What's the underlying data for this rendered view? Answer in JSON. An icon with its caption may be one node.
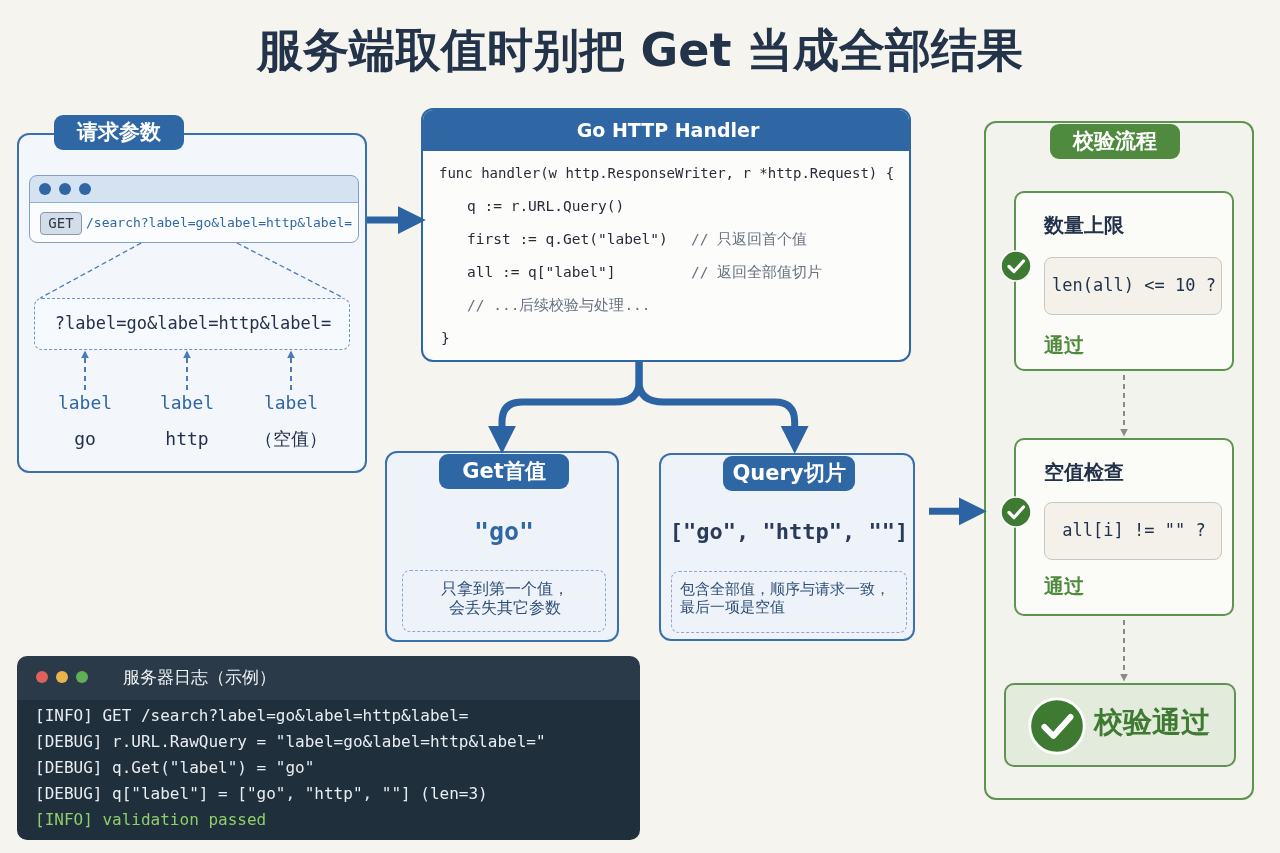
{
  "diagram": {
    "title": "服务端取值时别把 Get 当成全部结果",
    "nodes": [
      {
        "text": [
          "请求参数"
        ]
      },
      {
        "text": [
          "GET",
          "/search?label=go&label=http&label="
        ],
        "in": 0
      },
      {
        "text": [
          "?label=go&label=http&label="
        ],
        "in": 0
      },
      {
        "text": [
          "label",
          "go"
        ],
        "in": 0
      },
      {
        "text": [
          "label",
          "http"
        ],
        "in": 0
      },
      {
        "text": [
          "label",
          "（空值）"
        ],
        "in": 0
      },
      {
        "text": [
          "Go HTTP Handler",
          "func handler(w http.ResponseWriter, r *http.Request) {",
          "q := r.URL.Query()",
          "first := q.Get(\"label\")",
          "// 只返回首个值",
          "all := q[\"label\"]",
          "// 返回全部值切片",
          "// ...后续校验与处理...",
          "}"
        ]
      },
      {
        "text": [
          "Get首值",
          "\"go\""
        ]
      },
      {
        "text": [
          "只拿到第一个值，会丢失其它参数"
        ],
        "in": 7
      },
      {
        "text": [
          "Query切片",
          "[\"go\", \"http\", \"\"]"
        ]
      },
      {
        "text": [
          "包含全部值，顺序与请求一致，最后一项是空值"
        ],
        "in": 9
      },
      {
        "text": [
          "校验流程"
        ]
      },
      {
        "text": [
          "数量上限",
          "通过"
        ],
        "in": 11
      },
      {
        "text": [
          "len(all) <= 10 ?"
        ],
        "in": 12
      },
      {
        "text": [
          "空值检查",
          "通过"
        ],
        "in": 11
      },
      {
        "text": [
          "all[i] != \"\" ?"
        ],
        "in": 14
      },
      {
        "text": [
          "校验通过"
        ],
        "in": 11
      },
      {
        "text": [
          "服务器日志（示例）",
          "[INFO]  GET /search?label=go&label=http&label=",
          "[DEBUG] r.URL.RawQuery = \"label=go&label=http&label=\"",
          "[DEBUG] q.Get(\"label\") = \"go\"",
          "[DEBUG] q[\"label\"] = [\"go\", \"http\", \"\"] (len=3)",
          "[INFO]  validation passed"
        ]
      }
    ],
    "edges": [
      {
        "from": 1,
        "to": 2,
        "arrow": "none",
        "style": "dashed"
      },
      {
        "from": 1,
        "to": 2,
        "arrow": "none",
        "style": "dashed"
      },
      {
        "from": 3,
        "to": 2,
        "arrow": "to",
        "style": "dashed"
      },
      {
        "from": 4,
        "to": 2,
        "arrow": "to",
        "style": "dashed"
      },
      {
        "from": 5,
        "to": 2,
        "arrow": "to",
        "style": "dashed"
      },
      {
        "from": 0,
        "to": 6,
        "arrow": "to",
        "style": "thick"
      },
      {
        "from": 6,
        "to": 7,
        "arrow": "to",
        "style": "thick"
      },
      {
        "from": 6,
        "to": 9,
        "arrow": "to",
        "style": "thick"
      },
      {
        "from": 9,
        "to": 11,
        "arrow": "to",
        "style": "thick"
      },
      {
        "from": 12,
        "to": 14,
        "arrow": "to",
        "style": "dashed",
        "color": "#8a8a8a"
      },
      {
        "from": 14,
        "to": 16,
        "arrow": "to",
        "style": "dashed",
        "color": "#8a8a8a"
      }
    ]
  }
}
